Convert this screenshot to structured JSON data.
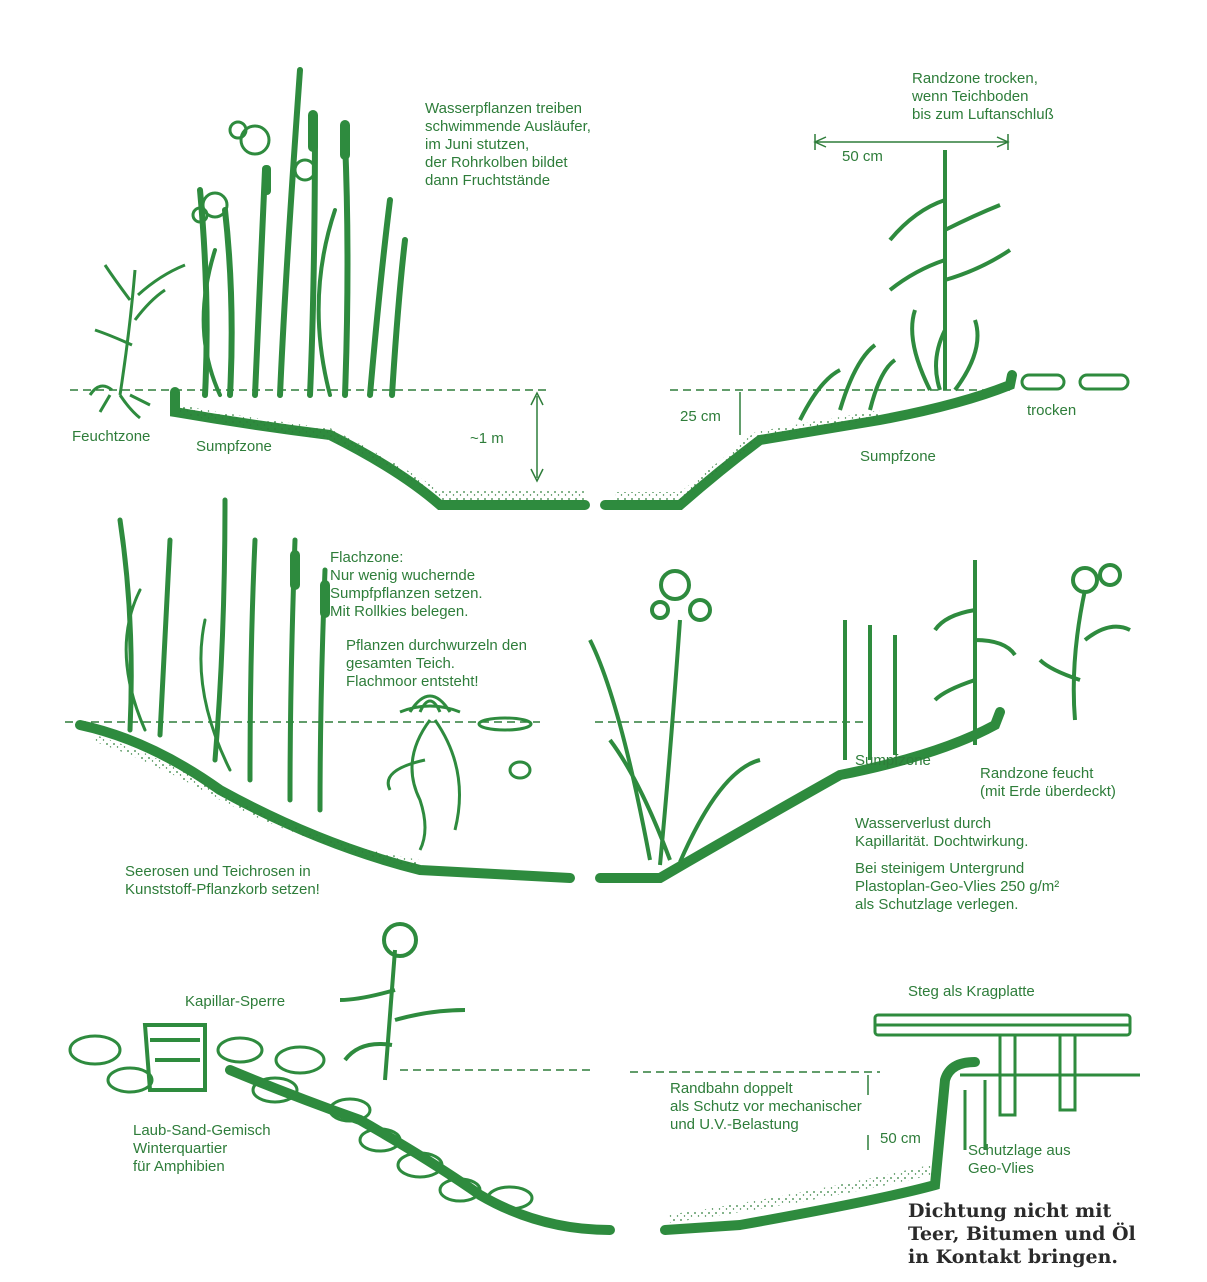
{
  "colors": {
    "ink": "#2e7d3a",
    "liner": "#2e8b3e",
    "text_dark": "#2a2a2a",
    "background": "#ffffff"
  },
  "icons": [
    "reed-plant-icon",
    "cattail-icon",
    "water-lily-icon",
    "stone-icon",
    "tree-stump-icon",
    "jetty-icon"
  ],
  "section1": {
    "note": [
      "Wasserpflanzen treiben",
      "schwimmende Ausläufer,",
      "im Juni stutzen,",
      "der Rohrkolben bildet",
      "dann Fruchtstände"
    ],
    "wet_zone": "Feuchtzone",
    "swamp_zone_left": "Sumpfzone",
    "depth": "~1 m",
    "edge_note": [
      "Randzone trocken,",
      "wenn Teichboden",
      "bis zum Luftanschluß"
    ],
    "width": "50 cm",
    "height": "25 cm",
    "dry": "trocken",
    "swamp_zone_right": "Sumpfzone"
  },
  "section2": {
    "shallow_note": [
      "Flachzone:",
      "Nur wenig wuchernde",
      "Sumpfpflanzen setzen.",
      "Mit Rollkies belegen."
    ],
    "roots_note": [
      "Pflanzen durchwurzeln den",
      "gesamten Teich.",
      "Flachmoor entsteht!"
    ],
    "lilies_note": [
      "Seerosen und Teichrosen in",
      "Kunststoff-Pflanzkorb setzen!"
    ],
    "swamp_zone": "Sumpfzone",
    "edge_wet": [
      "Randzone feucht",
      "(mit Erde überdeckt)"
    ],
    "water_loss": [
      "Wasserverlust durch",
      "Kapillarität. Dochtwirkung."
    ],
    "fleece_note": [
      "Bei steinigem Untergrund",
      "Plastoplan-Geo-Vlies 250 g/m²",
      "als Schutzlage verlegen."
    ]
  },
  "section3": {
    "capillary_barrier": "Kapillar-Sperre",
    "winter_quarters": [
      "Laub-Sand-Gemisch",
      "Winterquartier",
      "für Amphibien"
    ],
    "jetty": "Steg als Kragplatte",
    "double_liner": [
      "Randbahn doppelt",
      "als Schutz vor mechanischer",
      "und U.V.-Belastung"
    ],
    "depth": "50 cm",
    "protective_layer": [
      "Schutzlage aus",
      "Geo-Vlies"
    ],
    "warning": [
      "Dichtung nicht mit",
      "Teer, Bitumen und Öl",
      "in Kontakt bringen."
    ]
  }
}
